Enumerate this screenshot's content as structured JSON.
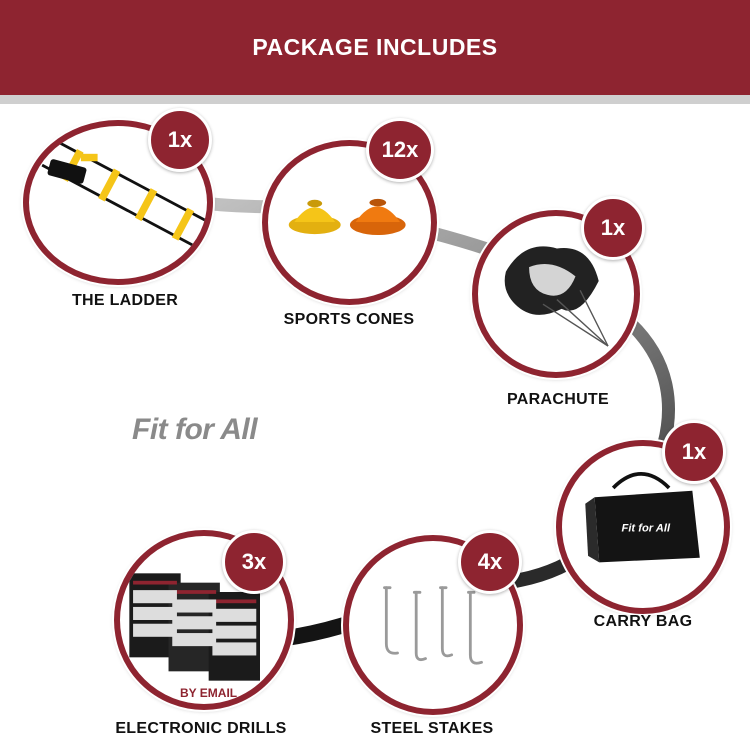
{
  "header": {
    "title": "PACKAGE INCLUDES"
  },
  "brand": {
    "logo_text": "Fit for All"
  },
  "items": [
    {
      "label": "THE LADDER",
      "qty": "1x"
    },
    {
      "label": "SPORTS CONES",
      "qty": "12x"
    },
    {
      "label": "PARACHUTE",
      "qty": "1x"
    },
    {
      "label": "CARRY BAG",
      "qty": "1x",
      "bag_logo": "Fit for All"
    },
    {
      "label": "STEEL STAKES",
      "qty": "4x"
    },
    {
      "label": "ELECTRONIC DRILLS",
      "qty": "3x",
      "note": "BY EMAIL"
    }
  ],
  "colors": {
    "primary": "#8e2430",
    "path_gray": "#8f8f8f",
    "path_black": "#141414",
    "cone_yellow": "#f5c518",
    "cone_orange": "#f07a10"
  }
}
